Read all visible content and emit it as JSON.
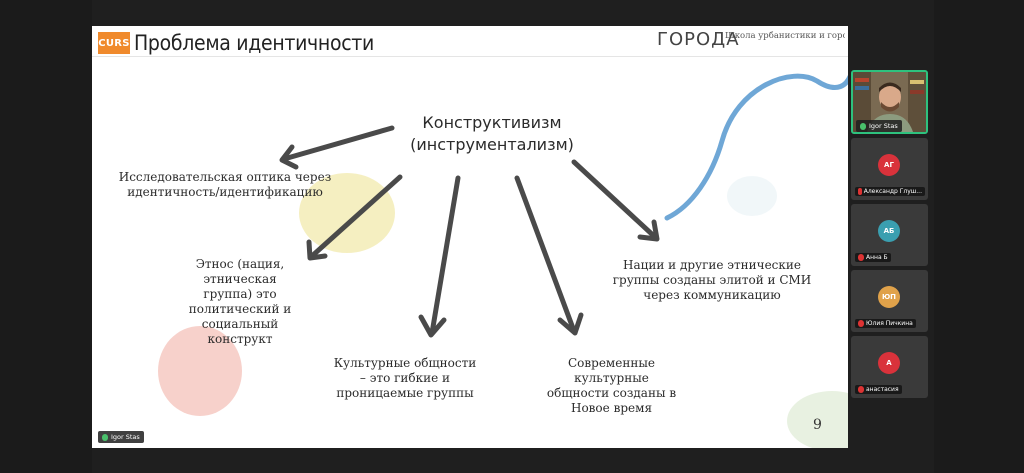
{
  "slide": {
    "logo": "CURS",
    "title": "Проблема идентичности",
    "brand": "ГОРОДА",
    "brand_sub": "Школа урбанистики и городских исследований",
    "center_line1": "Конструктивизм",
    "center_line2": "(инструментализм)",
    "optics": "Исследовательская оптика через идентичность/идентификацию",
    "ethnos": "Этнос (нация, этническая группа) это политический и социальный конструкт",
    "cultural": "Культурные общности – это гибкие и проницаемые группы",
    "modern": "Современные культурные общности созданы в Новое время",
    "nations": "Нации и другие этнические группы созданы элитой и СМИ через коммуникацию",
    "page_number": "9"
  },
  "presenter": {
    "name": "Igor Stas"
  },
  "participants": [
    {
      "initials": "АГ",
      "name": "Александр Глуш...",
      "color": "#d9323b"
    },
    {
      "initials": "АБ",
      "name": "Анна Б",
      "color": "#3a9fb0"
    },
    {
      "initials": "ЮП",
      "name": "Юлия Пичкина",
      "color": "#e0a24a"
    },
    {
      "initials": "А",
      "name": "анастасия",
      "color": "#d9323b"
    }
  ],
  "colors": {
    "accent": "#f08a2c",
    "active_speaker": "#2ec27e",
    "arrow": "#4a4a4a",
    "blue_line": "#6fa7d6"
  }
}
